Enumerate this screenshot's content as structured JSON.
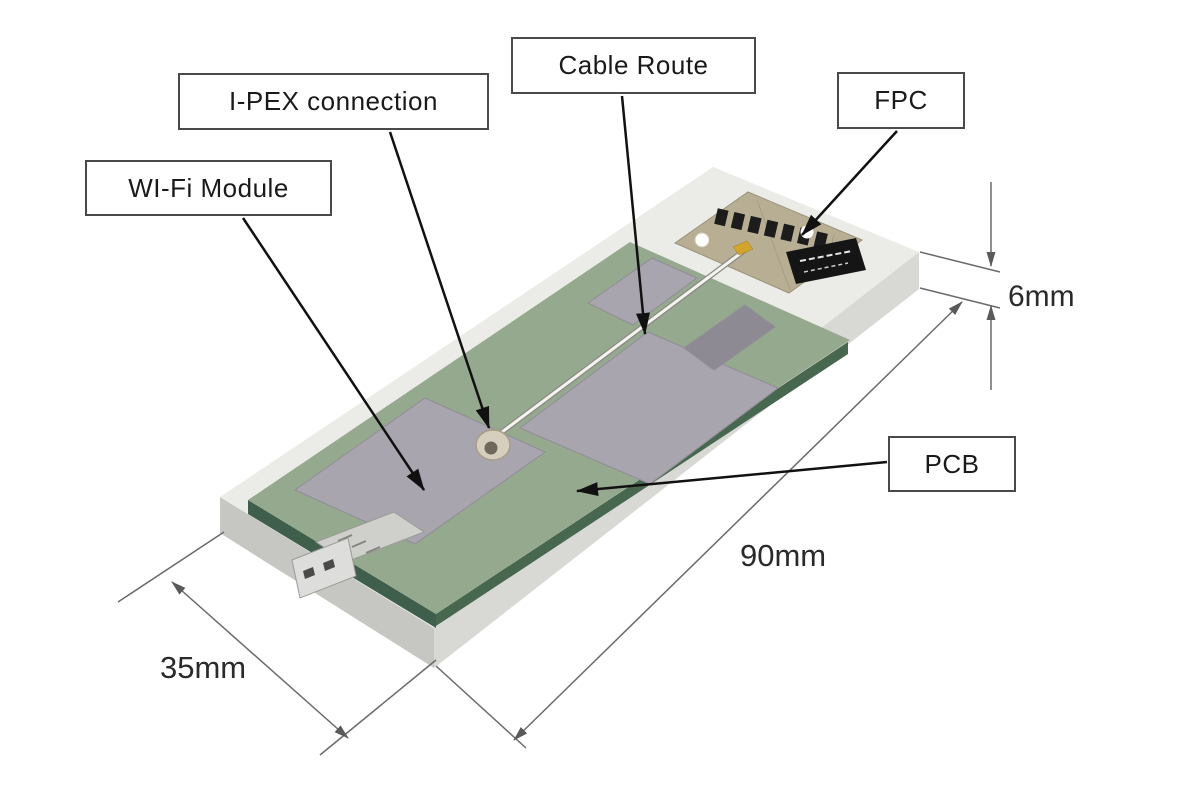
{
  "diagram": {
    "type": "annotated-3d-illustration",
    "subject": "Wi-Fi module PCB with FPC antenna",
    "labels": {
      "wifi_module": "WI-Fi Module",
      "ipex_connection": "I-PEX connection",
      "cable_route": "Cable Route",
      "fpc": "FPC",
      "pcb": "PCB"
    },
    "dimensions": {
      "thickness": "6mm",
      "length": "90mm",
      "width": "35mm"
    },
    "colors": {
      "background": "#ffffff",
      "pcb_green": "#95a98e",
      "pcb_edge_dark_green": "#3f5e4b",
      "substrate_top": "#ebebe7",
      "substrate_side_right": "#d8d8d4",
      "substrate_side_left": "#c6c6c2",
      "module_gray": "#a9a5ae",
      "module_dark_gray": "#8d8a94",
      "fpc_tan": "#b7ae93",
      "cable_white": "#f4f4f0",
      "label_border": "#4a4a4a",
      "label_text": "#1a1a1a",
      "arrow_black": "#111111",
      "dimension_gray": "#6a6a6a"
    }
  }
}
